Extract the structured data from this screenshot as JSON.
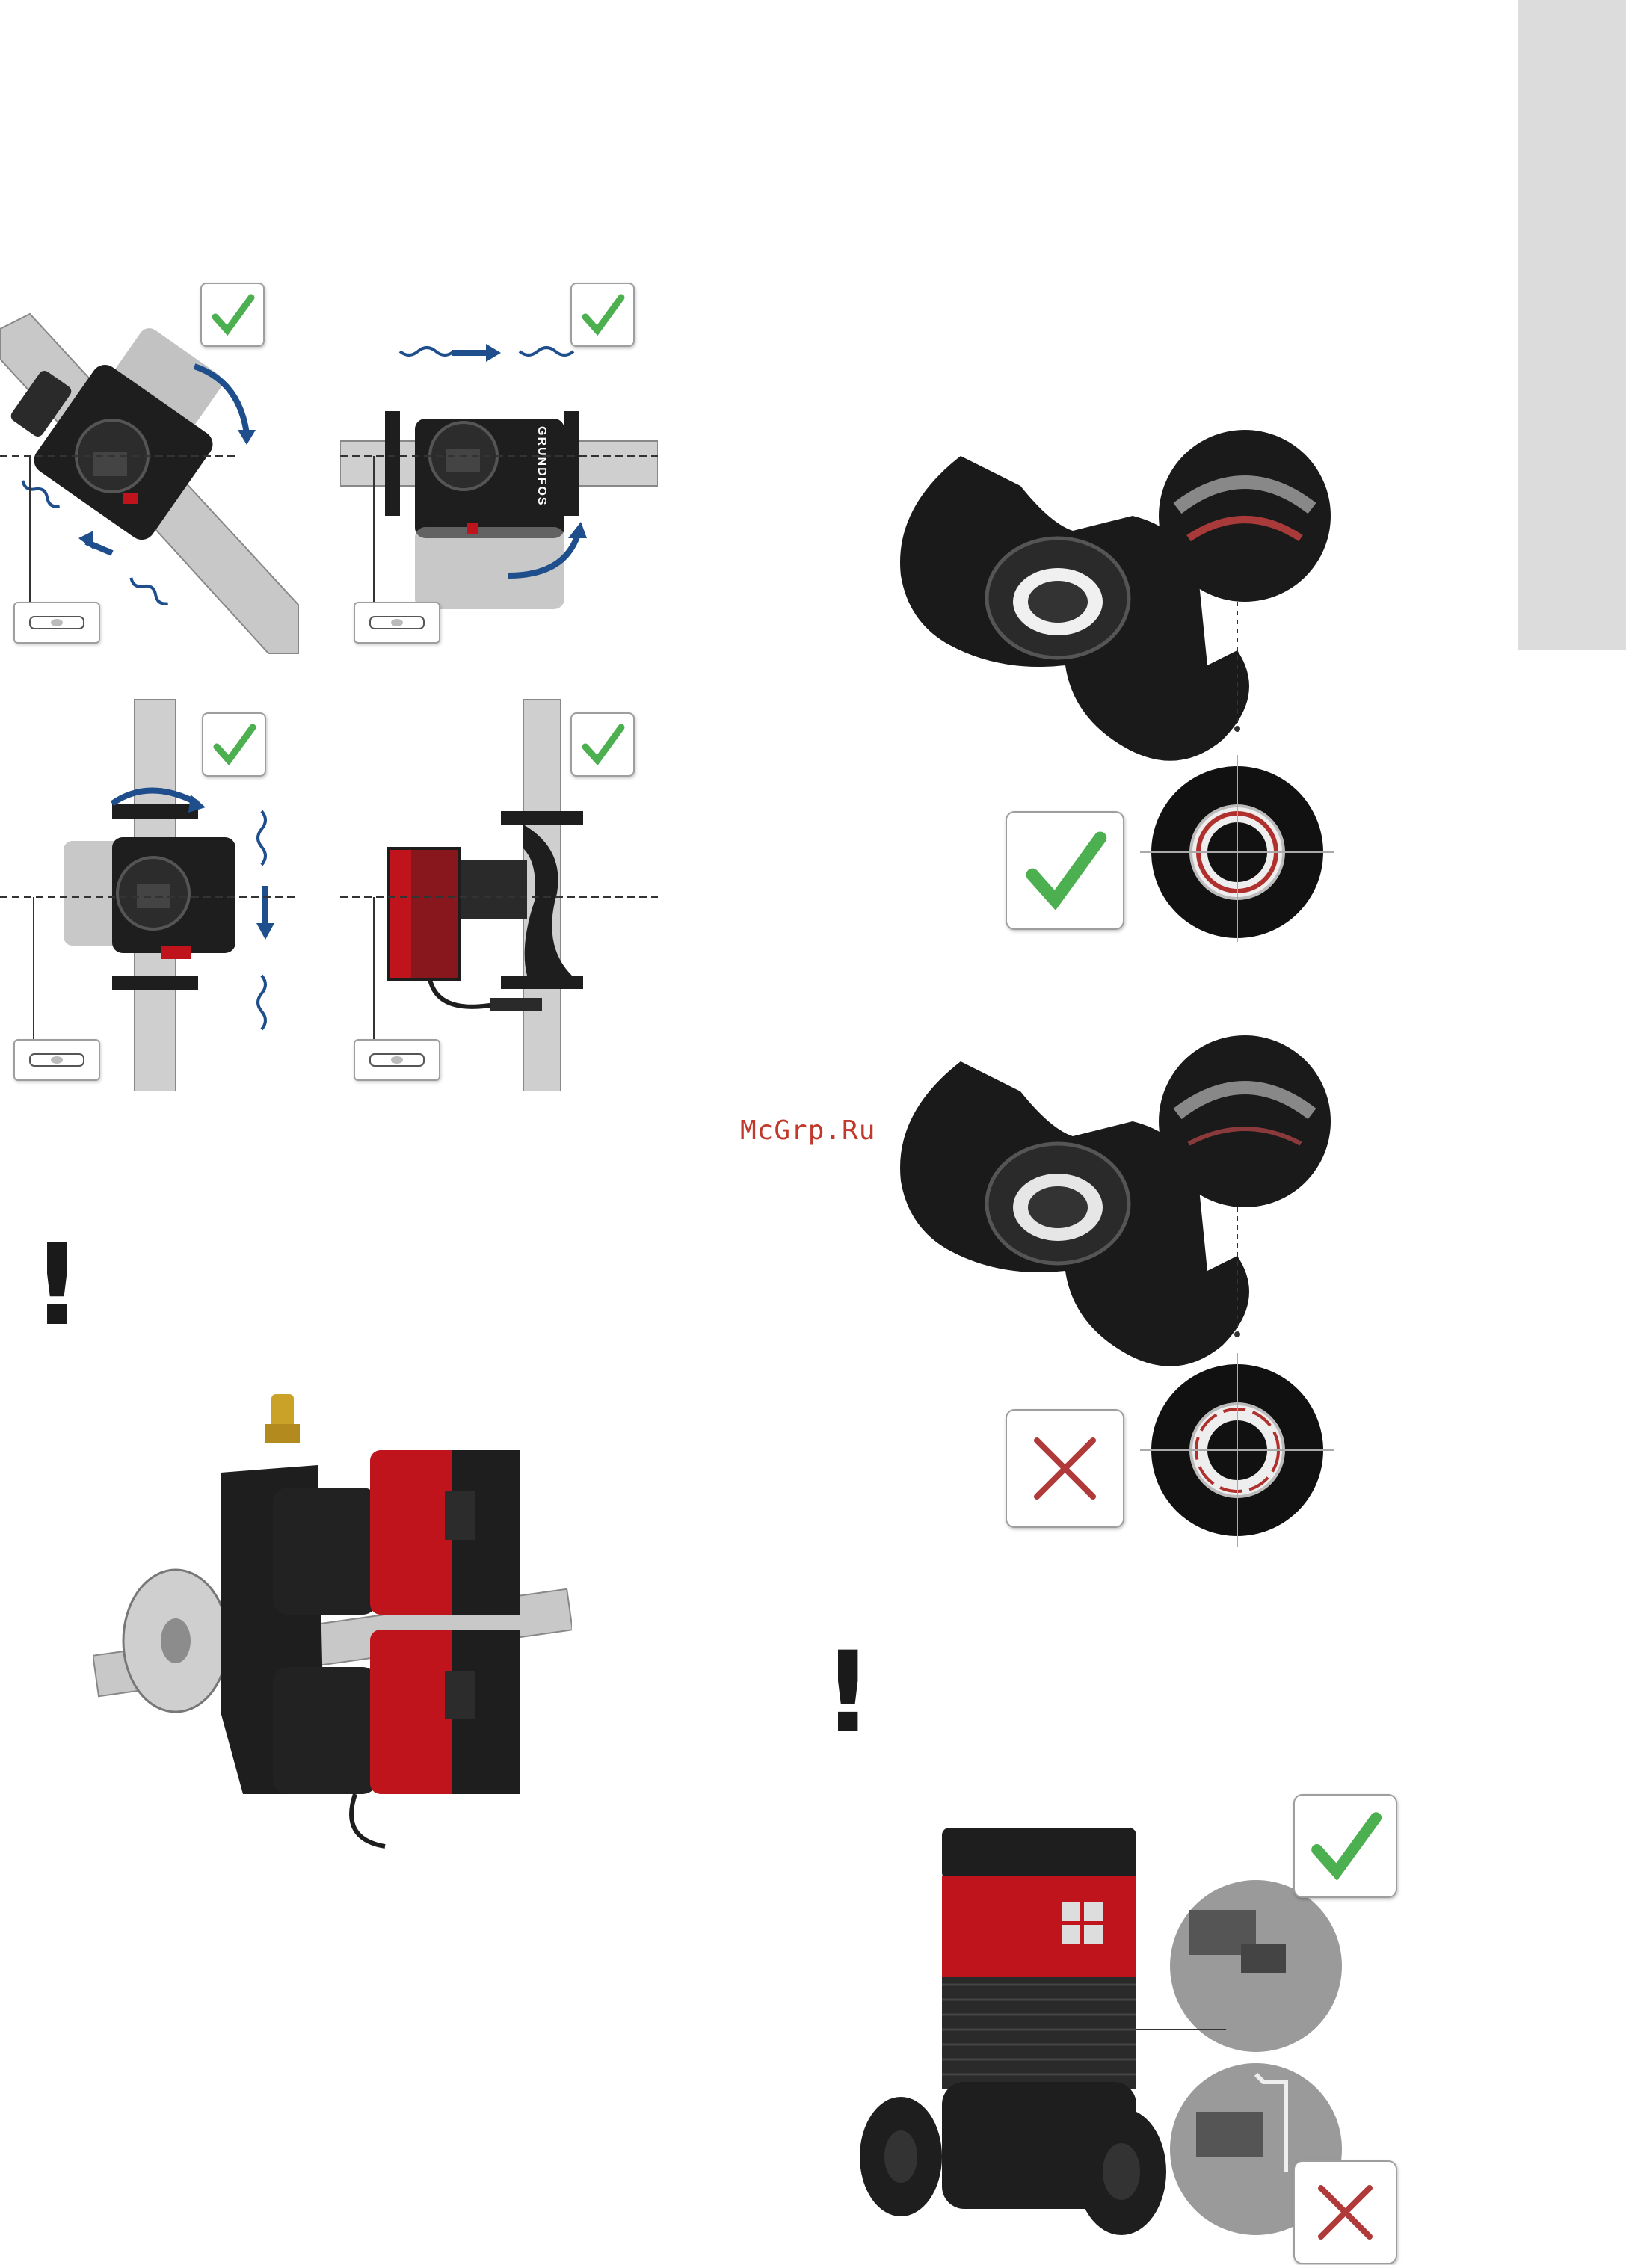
{
  "page": {
    "watermark": "McGrp.Ru",
    "brand": "GRUNDFOS",
    "warning_symbol": "!"
  },
  "figures": {
    "install_positions": [
      {
        "name": "tilted",
        "result": "check"
      },
      {
        "name": "horizontal",
        "result": "check"
      },
      {
        "name": "vertical-down",
        "result": "check"
      },
      {
        "name": "vertical-side",
        "result": "check"
      }
    ],
    "seal_correct": {
      "result": "check"
    },
    "seal_wrong": {
      "result": "cross"
    },
    "inline_pump": {
      "results": [
        "check",
        "cross"
      ]
    }
  },
  "colors": {
    "check_green": "#4caf50",
    "cross_red": "#b03a3a",
    "pump_red": "#c0141c",
    "arrow_blue": "#1f4e8c",
    "side_tab_gray": "#dcdcdc"
  }
}
